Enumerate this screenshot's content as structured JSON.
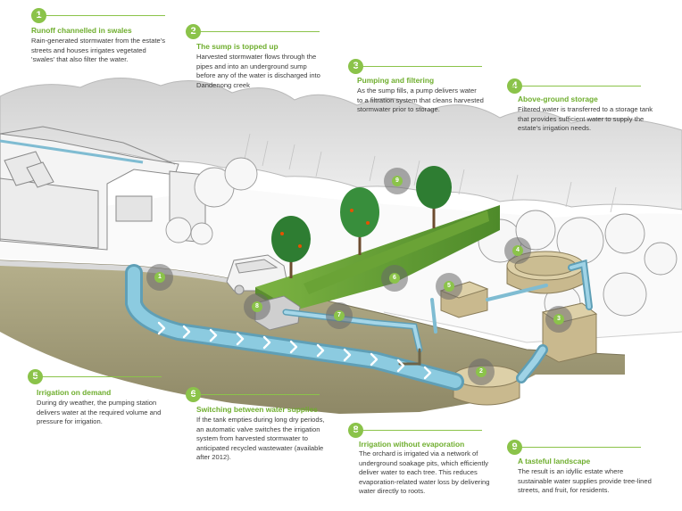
{
  "colors": {
    "accent": "#8bc34a",
    "title_text": "#6fae2e",
    "pipe": "#7fbcd2",
    "ground": "#a39d7a",
    "cloud": "#dadada"
  },
  "callouts": [
    {
      "number": "1",
      "title": "Runoff channelled in swales",
      "lines": [
        "Rain-generated stormwater from the estate's",
        "streets and houses irrigates vegetated",
        "'swales' that also filter the water."
      ]
    },
    {
      "number": "2",
      "title": "The sump is topped up",
      "lines": [
        "Harvested stormwater flows through the",
        "pipes and into an underground sump",
        "before any of the water is discharged into",
        "Dandenong creek"
      ]
    },
    {
      "number": "3",
      "title": "Pumping and filtering",
      "lines": [
        "As the sump fills, a pump delivers water",
        "to a filtration system that cleans harvested",
        "stormwater prior to storage."
      ]
    },
    {
      "number": "4",
      "title": "Above-ground storage",
      "lines": [
        "Filtered water is transferred to a storage tank",
        "that provides sufficient water to supply the",
        "estate's irrigation needs."
      ]
    },
    {
      "number": "5",
      "title": "Irrigation on demand",
      "lines": [
        "During dry weather, the pumping station",
        "delivers water at the required volume and",
        "pressure for irrigation."
      ]
    },
    {
      "number": "6",
      "title": "Switching between water supplies",
      "lines": [
        "If the tank empties during long dry periods,",
        "an automatic valve switches the irrigation",
        "system from harvested stormwater to",
        "anticipated recycled wastewater (available",
        "after 2012)."
      ]
    },
    {
      "number": "8",
      "title": "Irrigation without evaporation",
      "lines": [
        "The orchard is irrigated via a network of",
        "underground soakage pits, which efficiently",
        "deliver water to each tree. This reduces",
        "evaporation-related water loss by delivering",
        "water directly to roots."
      ]
    },
    {
      "number": "9",
      "title": "A tasteful landscape",
      "lines": [
        "The result is an idyllic estate where",
        "sustainable water supplies provide tree-lined",
        "streets, and fruit, for residents."
      ]
    }
  ],
  "markers": [
    "1",
    "2",
    "3",
    "4",
    "5",
    "6",
    "7",
    "8",
    "9"
  ]
}
